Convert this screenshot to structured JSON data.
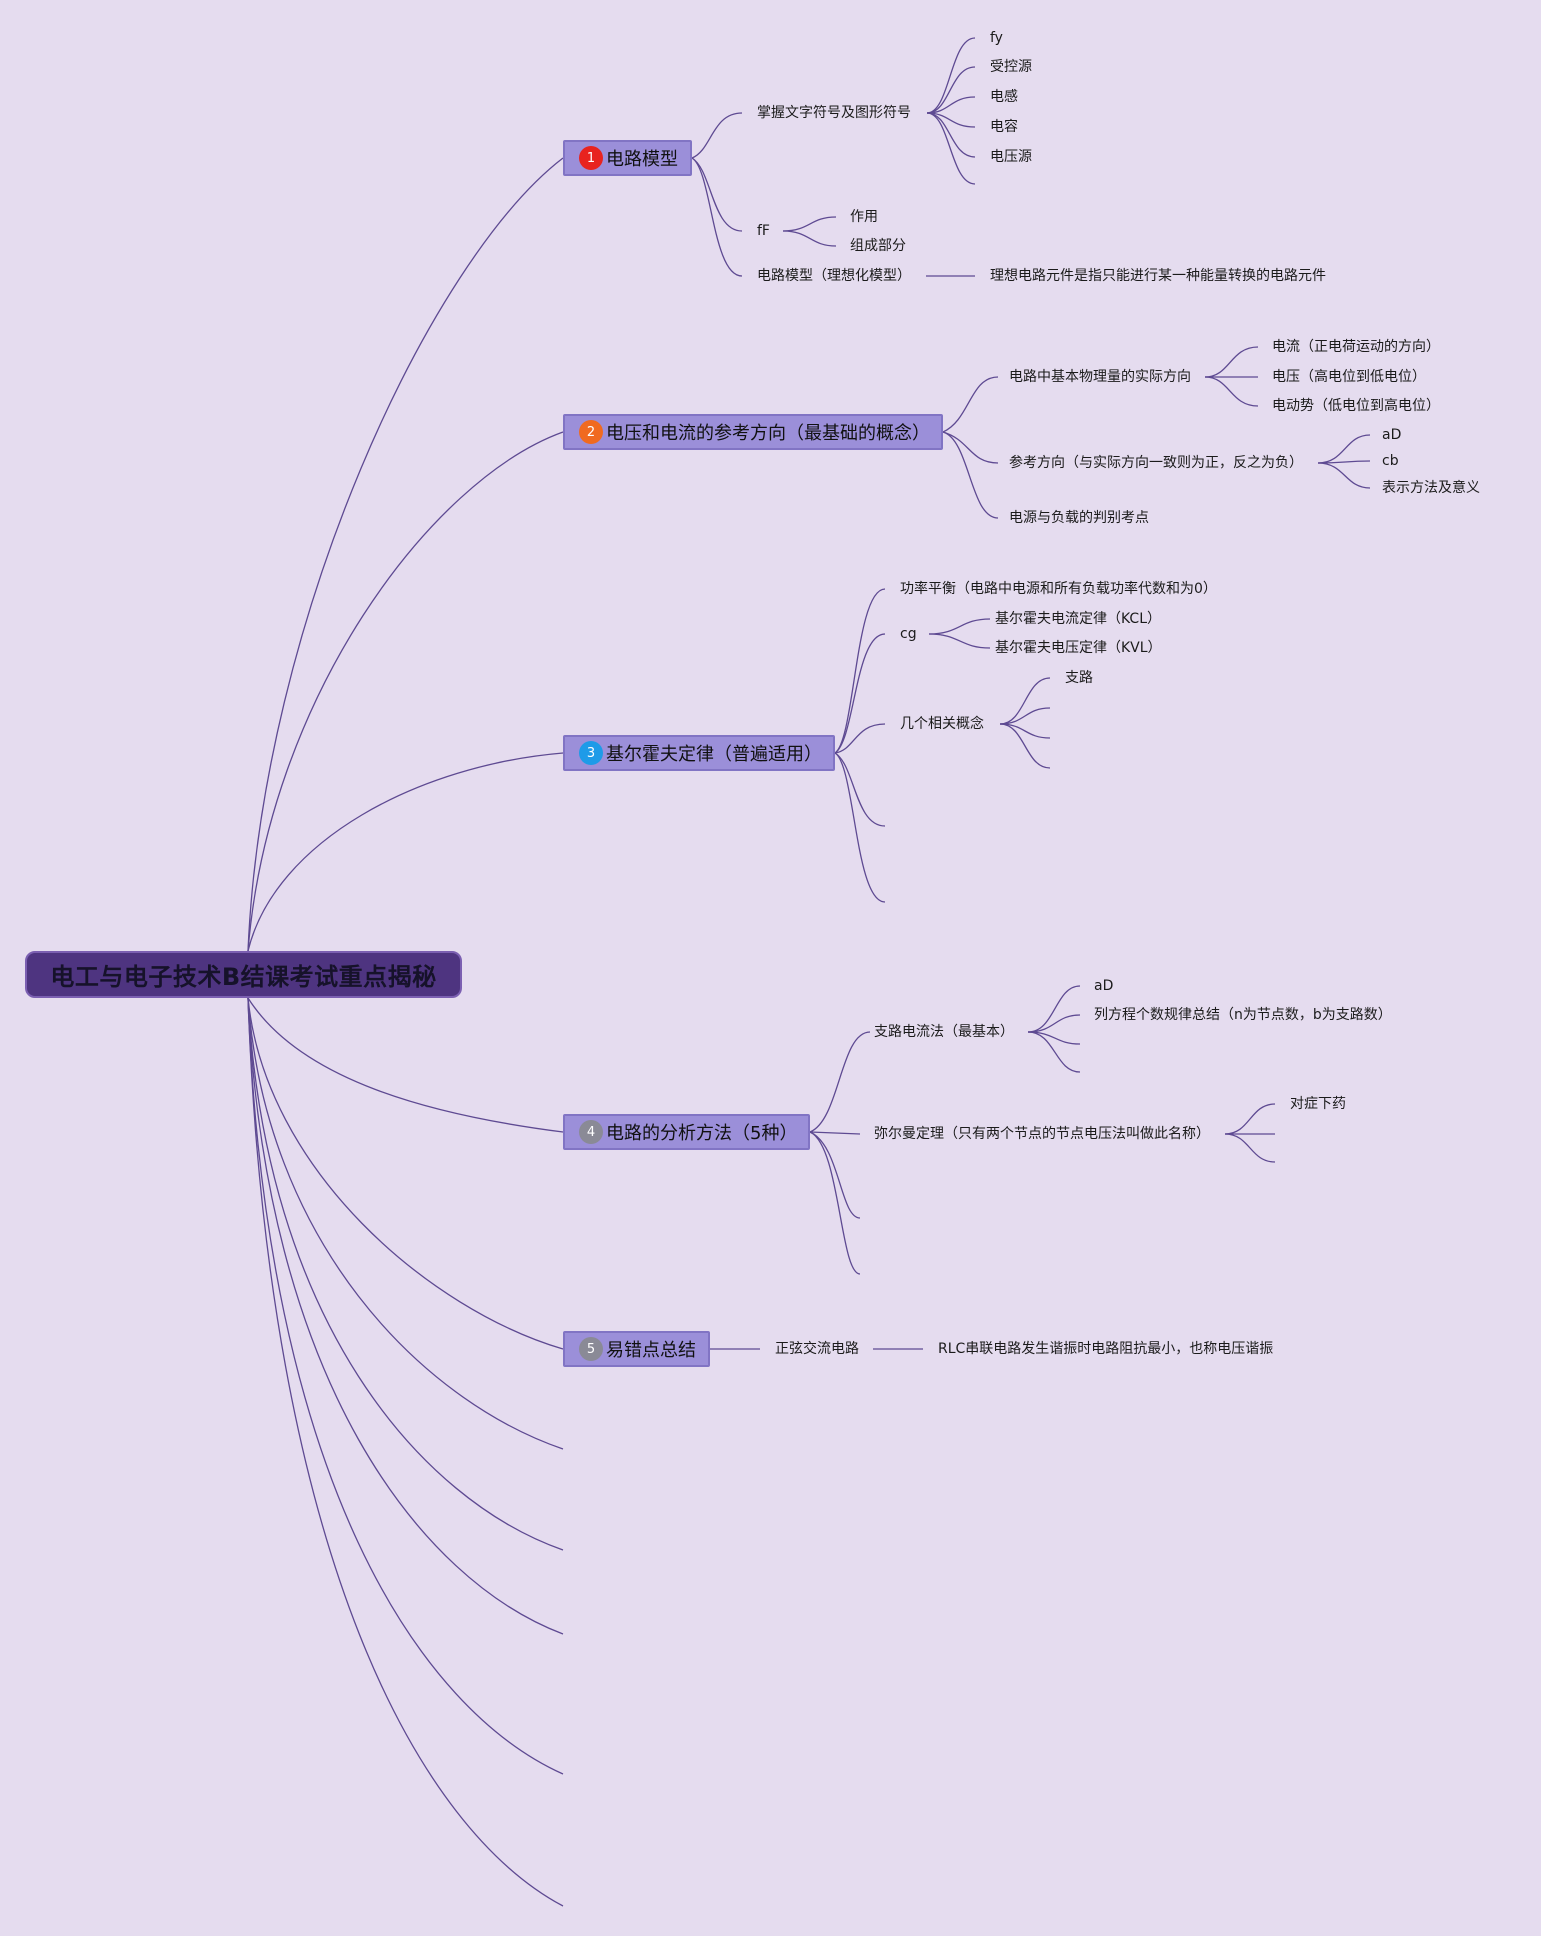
{
  "root": {
    "label": "电工与电子技术B结课考试重点揭秘"
  },
  "colors": {
    "background": "#e5dcef",
    "root_fill": "#4e3480",
    "branch_fill": "#9b8fd9",
    "line": "#5e4a92",
    "badge_1": "#e8231f",
    "badge_2": "#f06a20",
    "badge_3": "#1e9be8",
    "badge_4": "#8a8a96",
    "badge_5": "#8a8a96"
  },
  "branches": [
    {
      "badge": "1",
      "label": "电路模型",
      "children": [
        {
          "label": "掌握文字符号及图形符号",
          "children": [
            "fy",
            "受控源",
            "电感",
            "电容",
            "电压源",
            ""
          ]
        },
        {
          "label": "fF",
          "children": [
            "作用",
            "组成部分"
          ]
        },
        {
          "label": "电路模型（理想化模型）",
          "children": [
            "理想电路元件是指只能进行某一种能量转换的电路元件"
          ]
        }
      ]
    },
    {
      "badge": "2",
      "label": "电压和电流的参考方向（最基础的概念）",
      "children": [
        {
          "label": "电路中基本物理量的实际方向",
          "children": [
            "电流（正电荷运动的方向）",
            "电压（高电位到低电位）",
            "电动势（低电位到高电位）"
          ]
        },
        {
          "label": "参考方向（与实际方向一致则为正，反之为负）",
          "children": [
            "aD",
            "cb",
            "表示方法及意义"
          ]
        },
        {
          "label": "电源与负载的判别考点",
          "children": []
        }
      ]
    },
    {
      "badge": "3",
      "label": "基尔霍夫定律（普遍适用）",
      "children": [
        {
          "label": "功率平衡（电路中电源和所有负载功率代数和为0）",
          "children": []
        },
        {
          "label": "cg",
          "children": [
            "基尔霍夫电流定律（KCL）",
            "基尔霍夫电压定律（KVL）"
          ]
        },
        {
          "label": "几个相关概念",
          "children": [
            "支路",
            "",
            "",
            ""
          ]
        },
        {
          "label": "",
          "children": []
        },
        {
          "label": "",
          "children": []
        }
      ]
    },
    {
      "badge": "4",
      "label": "电路的分析方法（5种）",
      "children": [
        {
          "label": "支路电流法（最基本）",
          "children": [
            "aD",
            "列方程个数规律总结（n为节点数，b为支路数）",
            "",
            ""
          ]
        },
        {
          "label": "弥尔曼定理（只有两个节点的节点电压法叫做此名称）",
          "children": [
            "对症下药",
            "",
            ""
          ]
        },
        {
          "label": "",
          "children": []
        },
        {
          "label": "",
          "children": []
        }
      ]
    },
    {
      "badge": "5",
      "label": "易错点总结",
      "children": [
        {
          "label": "正弦交流电路",
          "children": [
            "RLC串联电路发生谐振时电路阻抗最小，也称电压谐振"
          ]
        }
      ]
    }
  ]
}
